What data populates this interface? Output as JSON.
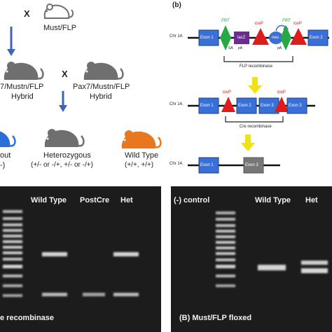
{
  "left_top": {
    "cross_mark_1": "X",
    "cross_mark_2": "X",
    "must_flp": "Must/FLP",
    "hybrid1_line1": "7/Mustn/FLP",
    "hybrid1_line2": "Hybrid",
    "hybrid2_line1": "Pax7/Mustn/FLP",
    "hybrid2_line2": "Hybrid",
    "knockout_line1": "out",
    "knockout_line2": "-)",
    "het_line1": "Heterozygous",
    "het_line2": "(+/- or -/+, +/- or -/+)",
    "wt_line1": "Wild Type",
    "wt_line2": "(+/+, +/+)"
  },
  "right_top": {
    "panel_label": "(b)",
    "chr_label": "Chr 14.",
    "frt_label": "FRT",
    "loxp_label": "loxP",
    "exon1": "Exon 1",
    "lacz": "lacZ",
    "neo": "neo",
    "exon2": "Exon 2",
    "exon3": "Exon 3",
    "sa": "SA",
    "pa": "pA",
    "flp_recombinase": "FLP recombinase",
    "cre_recombinase": "Cre recombinase"
  },
  "gel_left": {
    "wild_type": "Wild Type",
    "postcre": "PostCre",
    "het": "Het",
    "caption": "e recombinase"
  },
  "gel_right": {
    "control": "(-) control",
    "wild_type": "Wild Type",
    "het": "Het",
    "caption": "(B) Must/FLP floxed"
  },
  "colors": {
    "exon": "#3a6fd8",
    "frt": "#27a844",
    "loxp": "#e01b1b",
    "lacz": "#6a2c91",
    "arrow_blue": "#3d64b8",
    "arrow_yellow": "#f0e21a",
    "mouse_gray": "#6f6f6f",
    "mouse_orange": "#e8771e",
    "mouse_blue": "#2b6fd6"
  }
}
